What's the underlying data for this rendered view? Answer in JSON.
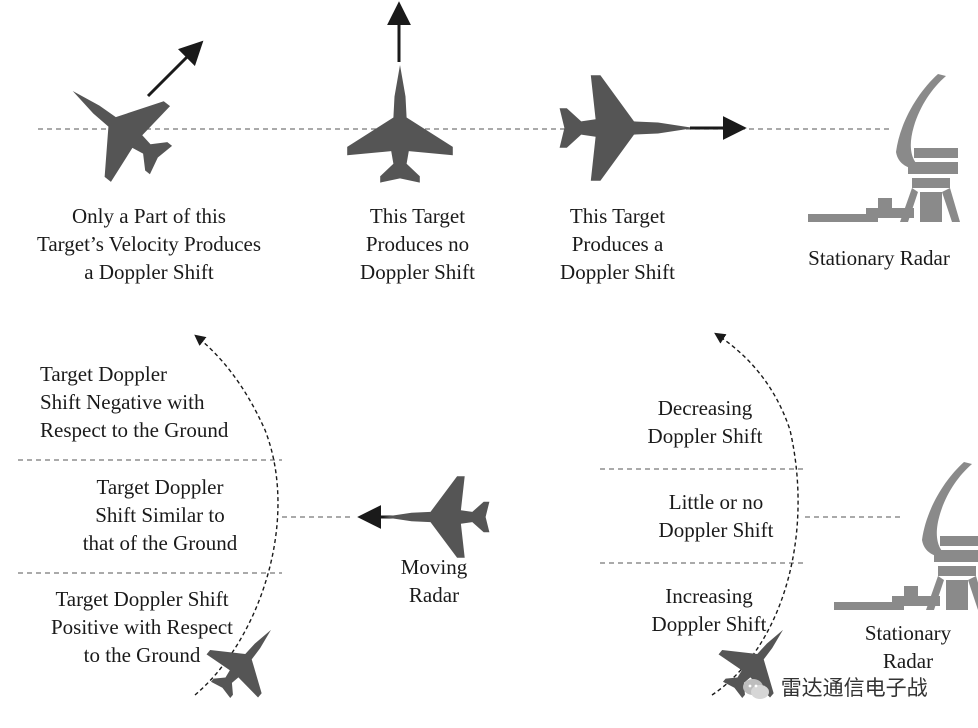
{
  "top": {
    "label_oblique": [
      "Only a Part of this",
      "Target’s Velocity Produces",
      "a Doppler Shift"
    ],
    "label_perpendicular": [
      "This Target",
      "Produces no",
      "Doppler Shift"
    ],
    "label_radial": [
      "This Target",
      "Produces a",
      "Doppler Shift"
    ],
    "label_radar": [
      "Stationary Radar"
    ]
  },
  "bottom_left": {
    "zone_negative": [
      "Target Doppler",
      "Shift Negative with",
      "Respect to the Ground"
    ],
    "zone_similar": [
      "Target Doppler",
      "Shift Similar to",
      "that of the Ground"
    ],
    "zone_positive": [
      "Target Doppler Shift",
      "Positive with Respect",
      "to the Ground"
    ],
    "moving_radar": [
      "Moving",
      "Radar"
    ]
  },
  "bottom_right": {
    "zone_decreasing": [
      "Decreasing",
      "Doppler Shift"
    ],
    "zone_little": [
      "Little or no",
      "Doppler Shift"
    ],
    "zone_increasing": [
      "Increasing",
      "Doppler Shift"
    ],
    "stationary_radar": [
      "Stationary",
      "Radar"
    ]
  },
  "watermark": {
    "text": "雷达通信电子战",
    "icon": "wechat-icon"
  },
  "colors": {
    "aircraft": "#555555",
    "radar": "#8a8a8a",
    "line": "#777777",
    "arrow": "#1a1a1a"
  }
}
